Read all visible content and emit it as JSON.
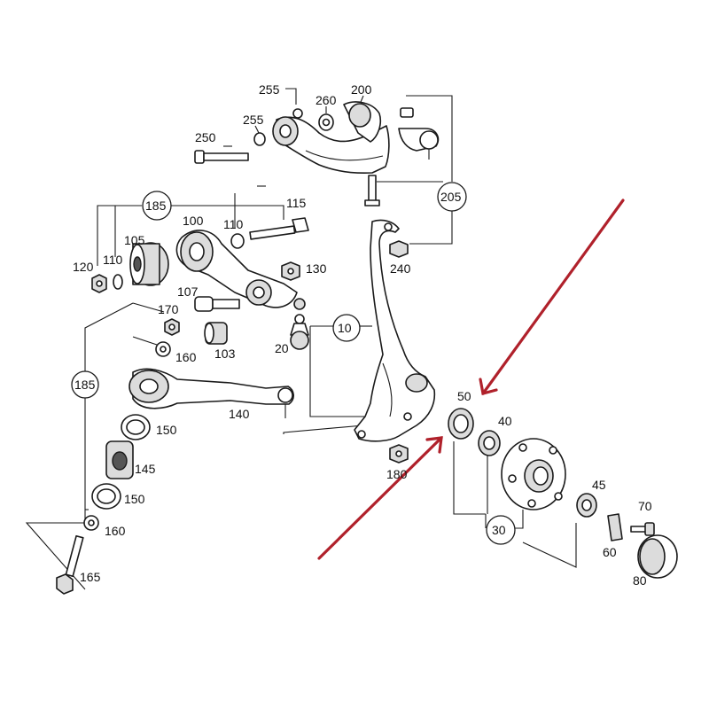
{
  "labels": {
    "p255a": "255",
    "p260": "260",
    "p200": "200",
    "p255b": "255",
    "p250": "250",
    "p185a": "185",
    "p115": "115",
    "p205": "205",
    "p100": "100",
    "p110a": "110",
    "p105": "105",
    "p120": "120",
    "p110b": "110",
    "p130": "130",
    "p240": "240",
    "p107": "107",
    "p170": "170",
    "p10": "10",
    "p160a": "160",
    "p103": "103",
    "p20": "20",
    "p185b": "185",
    "p140": "140",
    "p50": "50",
    "p40": "40",
    "p150a": "150",
    "p145": "145",
    "p180": "180",
    "p45": "45",
    "p150b": "150",
    "p70": "70",
    "p160b": "160",
    "p30": "30",
    "p60": "60",
    "p165": "165",
    "p80": "80"
  },
  "colors": {
    "line": "#1a1a1a",
    "arrow": "#b0212b",
    "background": "#ffffff"
  }
}
